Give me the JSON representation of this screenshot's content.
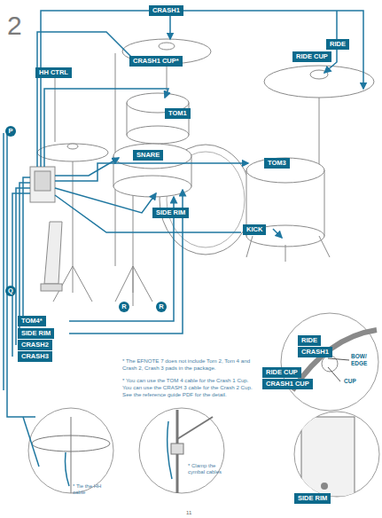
{
  "diagram": {
    "nodes": [
      {
        "text": [
          "CRASH1"
        ]
      },
      {
        "text": [
          "CRASH1 CUP*"
        ]
      },
      {
        "text": [
          "RIDE"
        ]
      },
      {
        "text": [
          "RIDE CUP"
        ]
      },
      {
        "text": [
          "HH CTRL"
        ]
      },
      {
        "text": [
          "TOM1"
        ]
      },
      {
        "text": [
          "P"
        ]
      },
      {
        "text": [
          "SNARE"
        ]
      },
      {
        "text": [
          "TOM3"
        ]
      },
      {
        "text": [
          "SIDE RIM"
        ]
      },
      {
        "text": [
          "KICK"
        ]
      },
      {
        "text": [
          "Q"
        ]
      },
      {
        "text": [
          "R"
        ]
      },
      {
        "text": [
          "R"
        ]
      },
      {
        "text": [
          "TOM4*"
        ]
      },
      {
        "text": [
          "SIDE RIM"
        ]
      },
      {
        "text": [
          "CRASH2"
        ]
      },
      {
        "text": [
          "CRASH3"
        ]
      },
      {
        "text": [
          "RIDE"
        ]
      },
      {
        "text": [
          "CRASH1"
        ]
      },
      {
        "text": [
          "RIDE CUP"
        ]
      },
      {
        "text": [
          "CRASH1 CUP"
        ]
      },
      {
        "text": [
          "SIDE RIM"
        ]
      }
    ],
    "labels": [
      "2",
      "* The EFNOTE 7 does not include Tom 2, Tom 4 and Crash 2, Crash 3 pads in the package.",
      "* You can use the TOM 4 cable for the Crash 1 Cup. You can use the CRASH 3 cable for the Crash 2 Cup. See the reference guide PDF for the detail.",
      "BOW/ EDGE",
      "CUP",
      "* Tie the HH cable",
      "* Clamp the cymbal cables",
      "11"
    ]
  }
}
